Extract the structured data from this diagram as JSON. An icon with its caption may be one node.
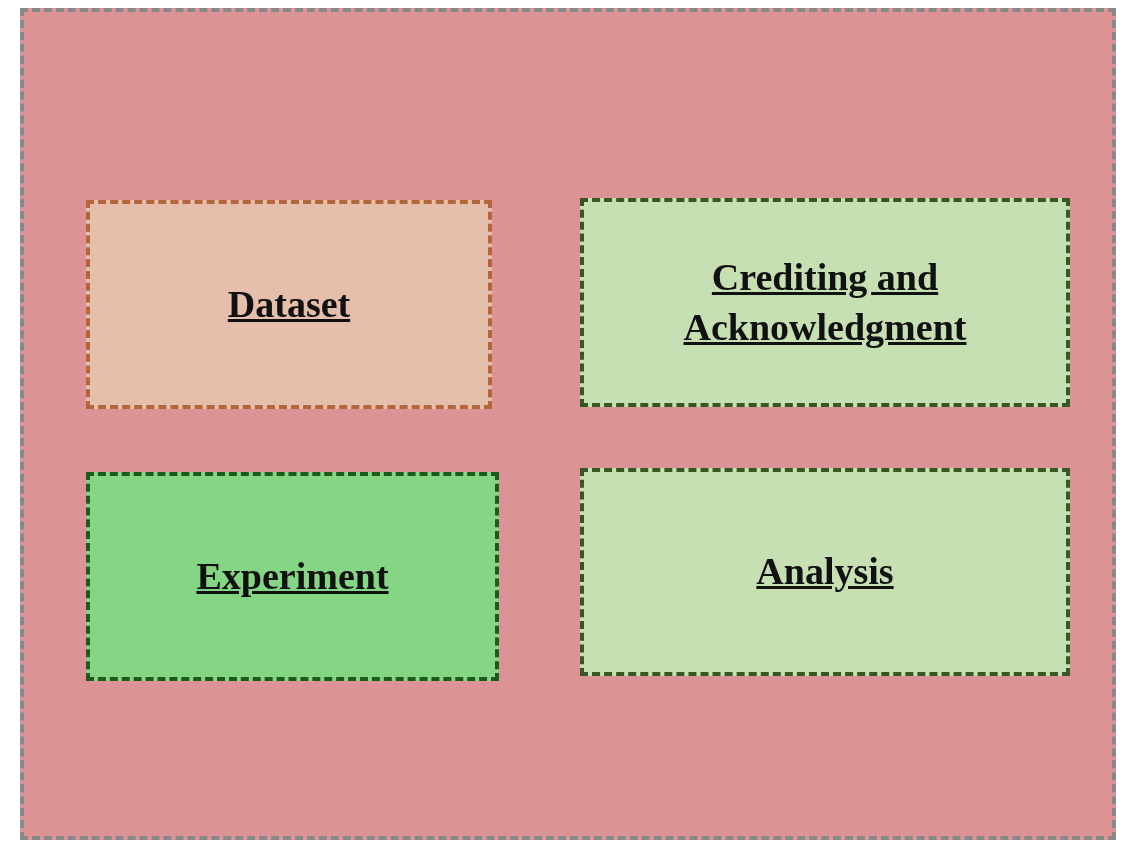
{
  "diagram": {
    "nodes": [
      {
        "text": [],
        "shape": "box"
      },
      {
        "text": [
          "Dataset"
        ],
        "in": 0
      },
      {
        "text": [
          "Crediting and Acknowledgment"
        ],
        "in": 0
      },
      {
        "text": [
          "Experiment"
        ],
        "in": 0
      },
      {
        "text": [
          "Analysis"
        ],
        "in": 0
      }
    ]
  }
}
